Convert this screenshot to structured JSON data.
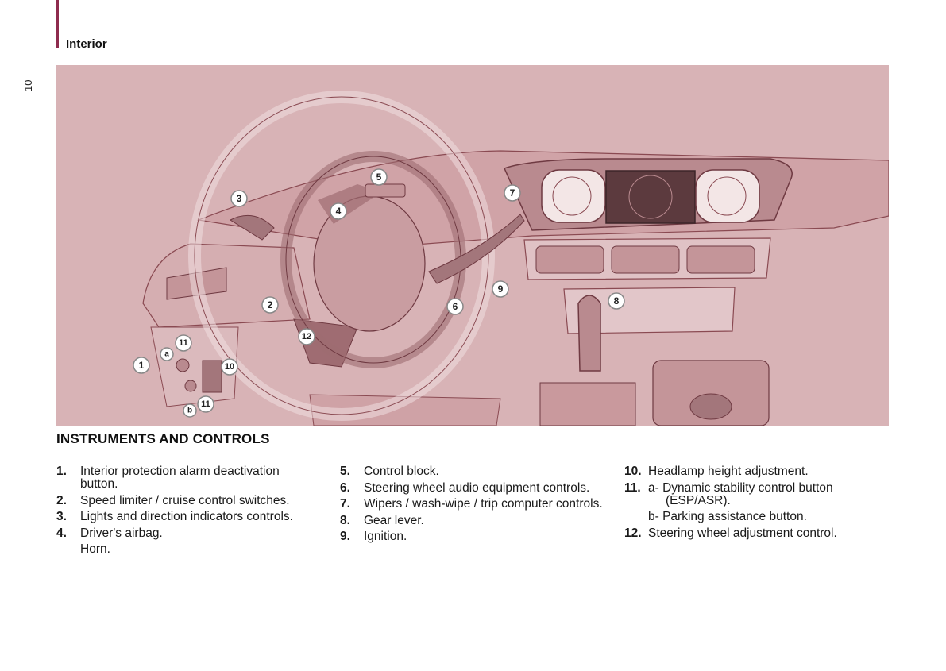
{
  "header": {
    "section": "Interior",
    "page_number": "10"
  },
  "heading": "INSTRUMENTS AND CONTROLS",
  "callouts": [
    "1",
    "2",
    "3",
    "4",
    "5",
    "6",
    "7",
    "8",
    "9",
    "10",
    "11",
    "11",
    "12",
    "a",
    "b"
  ],
  "items_col1": [
    {
      "num": "1.",
      "text": "Interior protection alarm deactivation button."
    },
    {
      "num": "2.",
      "text": "Speed limiter / cruise control switches."
    },
    {
      "num": "3.",
      "text": "Lights and direction indicators controls."
    },
    {
      "num": "4.",
      "text": "Driver's airbag.",
      "extra": "Horn."
    }
  ],
  "items_col2": [
    {
      "num": "5.",
      "text": "Control block."
    },
    {
      "num": "6.",
      "text": "Steering wheel audio equipment controls."
    },
    {
      "num": "7.",
      "text": "Wipers / wash-wipe / trip computer controls."
    },
    {
      "num": "8.",
      "text": "Gear lever."
    },
    {
      "num": "9.",
      "text": "Ignition."
    }
  ],
  "items_col3": [
    {
      "num": "10.",
      "text": "Headlamp height adjustment."
    },
    {
      "num": "11.",
      "text_a": "a- Dynamic stability control button",
      "text_a2": "(ESP/ASR).",
      "text_b": "b- Parking assistance button."
    },
    {
      "num": "12.",
      "text": "Steering wheel adjustment control."
    }
  ],
  "colors": {
    "accent": "#8e2b4e",
    "illustration_bg": "#d8b3b6",
    "line": "#8a4a52"
  }
}
